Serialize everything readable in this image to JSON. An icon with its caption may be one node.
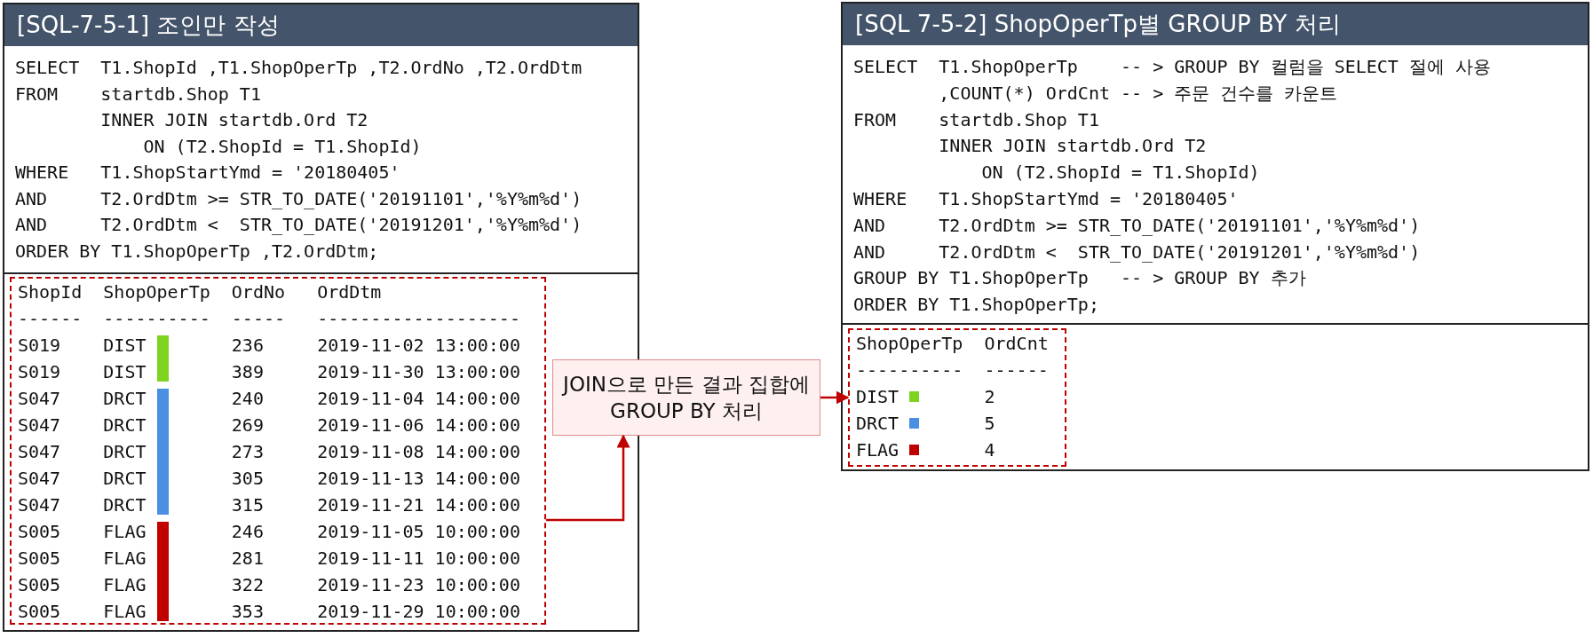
{
  "diagram": {
    "nodes": [
      {
        "text": [
          "[SQL-7-5-1] 조인만 작성",
          "SELECT  T1.ShopId ,T1.ShopOperTp ,T2.OrdNo ,T2.OrdDtm",
          "FROM    startdb.Shop T1",
          "        INNER JOIN startdb.Ord T2",
          "            ON (T2.ShopId = T1.ShopId)",
          "WHERE   T1.ShopStartYmd = '20180405'",
          "AND     T2.OrdDtm >= STR_TO_DATE('20191101','%Y%m%d')",
          "AND     T2.OrdDtm <  STR_TO_DATE('20191201','%Y%m%d')",
          "ORDER BY T1.ShopOperTp ,T2.OrdDtm;"
        ]
      },
      {
        "text": [
          "ShopId  ShopOperTp  OrdNo   OrdDtm",
          "------  ----------  -----   -------------------",
          "S019    DIST        236     2019-11-02 13:00:00",
          "S019    DIST        389     2019-11-30 13:00:00",
          "S047    DRCT        240     2019-11-04 14:00:00",
          "S047    DRCT        269     2019-11-06 14:00:00",
          "S047    DRCT        273     2019-11-08 14:00:00",
          "S047    DRCT        305     2019-11-13 14:00:00",
          "S047    DRCT        315     2019-11-21 14:00:00",
          "S005    FLAG        246     2019-11-05 10:00:00",
          "S005    FLAG        281     2019-11-11 10:00:00",
          "S005    FLAG        322     2019-11-23 10:00:00",
          "S005    FLAG        353     2019-11-29 10:00:00"
        ],
        "in": 0
      },
      {
        "text": [
          "JOIN으로 만든 결과 집합에 GROUP BY 처리"
        ]
      },
      {
        "text": [
          "[SQL 7-5-2] ShopOperTp별 GROUP BY 처리",
          "SELECT  T1.ShopOperTp    -- > GROUP BY 컬럼을 SELECT 절에 사용",
          "        ,COUNT(*) OrdCnt -- > 주문 건수를 카운트",
          "FROM    startdb.Shop T1",
          "        INNER JOIN startdb.Ord T2",
          "            ON (T2.ShopId = T1.ShopId)",
          "WHERE   T1.ShopStartYmd = '20180405'",
          "AND     T2.OrdDtm >= STR_TO_DATE('20191101','%Y%m%d')",
          "AND     T2.OrdDtm <  STR_TO_DATE('20191201','%Y%m%d')",
          "GROUP BY T1.ShopOperTp   -- > GROUP BY 추가",
          "ORDER BY T1.ShopOperTp;"
        ]
      },
      {
        "text": [
          "ShopOperTp  OrdCnt",
          "----------  ------",
          "DIST        2",
          "DRCT        5",
          "FLAG        4"
        ],
        "in": 3
      }
    ],
    "edges": [
      {
        "from": 1,
        "to": 2,
        "arrow": "to"
      },
      {
        "from": 2,
        "to": 4,
        "arrow": "to"
      }
    ]
  }
}
